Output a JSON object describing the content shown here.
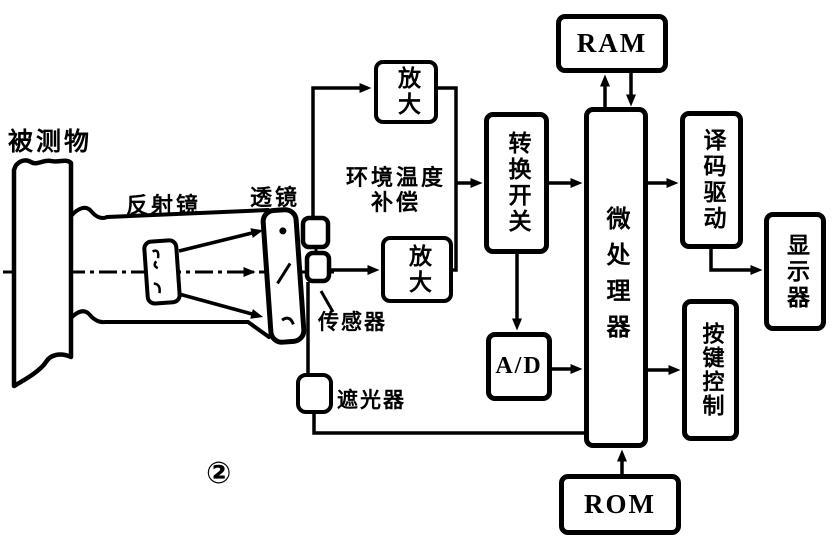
{
  "figure": {
    "caption_mark": "②"
  },
  "optical_labels": {
    "target": "被测物",
    "mirror": "反射镜",
    "lens": "透镜",
    "sensor": "传感器",
    "chopper": "遮光器"
  },
  "blocks": {
    "amp_top": "放大",
    "amp_bottom": "放大",
    "ambient_line1": "环境温度",
    "ambient_line2": "补偿",
    "switch": "转换开关",
    "adc": "A/D",
    "ram": "RAM",
    "cpu": "微处理器",
    "rom": "ROM",
    "decoder": "译码驱动",
    "display": "显示器",
    "keys": "按键控制"
  },
  "connections": [
    {
      "from": "传感器-上",
      "to": "放大-上",
      "type": "arrow"
    },
    {
      "from": "传感器-下",
      "to": "放大-下",
      "type": "arrow"
    },
    {
      "from": "放大",
      "to": "转换开关",
      "type": "arrow"
    },
    {
      "from": "转换开关",
      "to": "微处理器",
      "type": "arrow"
    },
    {
      "from": "转换开关",
      "to": "A/D",
      "type": "arrow"
    },
    {
      "from": "A/D",
      "to": "微处理器",
      "type": "arrow"
    },
    {
      "from": "RAM",
      "to": "微处理器",
      "type": "bidirectional"
    },
    {
      "from": "ROM",
      "to": "微处理器",
      "type": "arrow"
    },
    {
      "from": "微处理器",
      "to": "译码驱动",
      "type": "arrow"
    },
    {
      "from": "译码驱动",
      "to": "显示器",
      "type": "arrow"
    },
    {
      "from": "微处理器",
      "to": "按键控制",
      "type": "arrow"
    },
    {
      "from": "遮光器",
      "to": "微处理器",
      "type": "line"
    }
  ],
  "colors": {
    "ink": "#000000",
    "paper": "#ffffff"
  }
}
